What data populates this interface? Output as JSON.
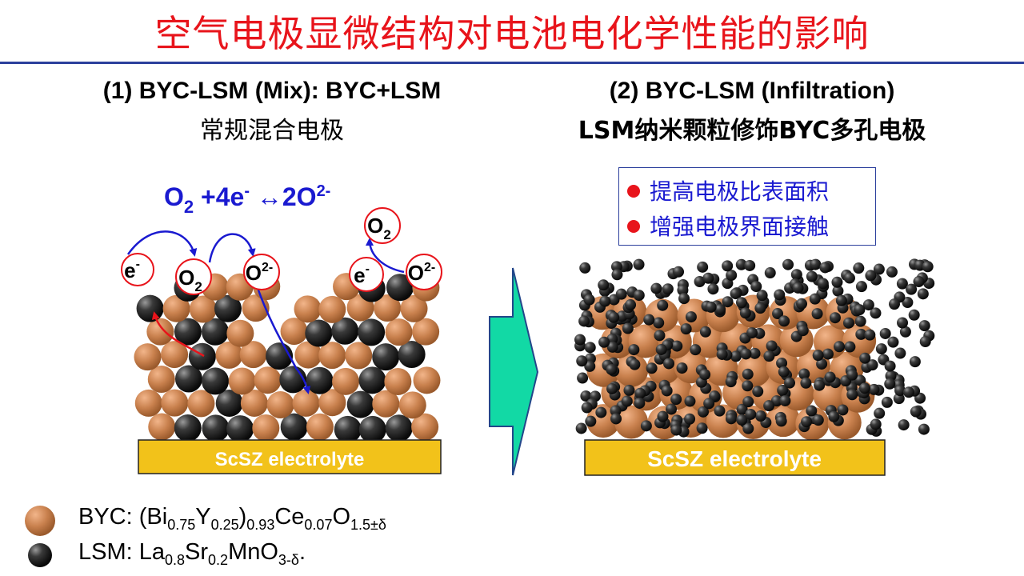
{
  "title": "空气电极显微结构对电池电化学性能的影响",
  "left_panel": {
    "heading": "(1) BYC-LSM (Mix): BYC+LSM",
    "subheading": "常规混合电极",
    "reaction": {
      "o": "O",
      "o_sub": "2",
      "mid": " +4e",
      "mid_sup": "-",
      "arrow": " ↔2O",
      "end_sup": "2-"
    },
    "labels": {
      "e1": "e",
      "e1_sup": "-",
      "o2a": "O",
      "o2a_sub": "2",
      "o2ion": "O",
      "o2ion_sup": "2-",
      "e2": "e",
      "e2_sup": "-",
      "o2ion2": "O",
      "o2ion2_sup": "2-",
      "o2b": "O",
      "o2b_sub": "2"
    },
    "electrolyte": "ScSZ electrolyte"
  },
  "right_panel": {
    "heading": "(2) BYC-LSM (Infiltration)",
    "subheading": "LSM纳米颗粒修饰BYC多孔电极",
    "bullets": [
      "提高电极比表面积",
      "增强电极界面接触"
    ],
    "electrolyte": "ScSZ electrolyte"
  },
  "legend": {
    "byc": {
      "prefix": "BYC: (Bi",
      "s1": "0.75",
      "t1": "Y",
      "s2": "0.25",
      "t2": ")",
      "s3": "0.93",
      "t3": "Ce",
      "s4": "0.07",
      "t4": "O",
      "s5": "1.5±δ"
    },
    "lsm": {
      "prefix": "LSM: La",
      "s1": "0.8",
      "t1": "Sr",
      "s2": "0.2",
      "t2": "MnO",
      "s3": "3-δ",
      "t3": "."
    }
  },
  "colors": {
    "title": "#e8141b",
    "byc": "#c9814e",
    "lsm": "#2a2a2a",
    "electrolyte": "#f2c21a",
    "arrow_fill": "#12d9a5",
    "reaction": "#1a1ad0",
    "circle": "#e8141b"
  }
}
